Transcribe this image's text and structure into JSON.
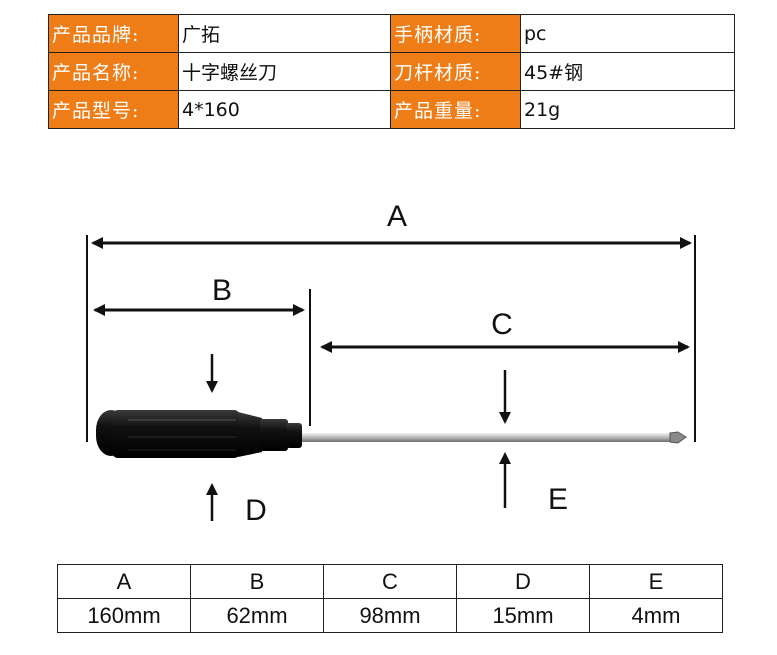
{
  "specs": {
    "row1": {
      "k1": "产品品牌:",
      "v1": "广拓",
      "k2": "手柄材质:",
      "v2": "pc"
    },
    "row2": {
      "k1": "产品名称:",
      "v1": "十字螺丝刀",
      "k2": "刀杆材质:",
      "v2": "45#钢"
    },
    "row3": {
      "k1": "产品型号:",
      "v1": "4*160",
      "k2": "产品重量:",
      "v2": "21g"
    }
  },
  "diagram": {
    "labels": {
      "a": "A",
      "b": "B",
      "c": "C",
      "d": "D",
      "e": "E"
    }
  },
  "dimensions": {
    "headers": [
      "A",
      "B",
      "C",
      "D",
      "E"
    ],
    "values": [
      "160mm",
      "62mm",
      "98mm",
      "15mm",
      "4mm"
    ]
  },
  "colors": {
    "label_bg": "#ee7d18",
    "handle": "#0d0d0d",
    "shaft": "#c9c9c9"
  }
}
